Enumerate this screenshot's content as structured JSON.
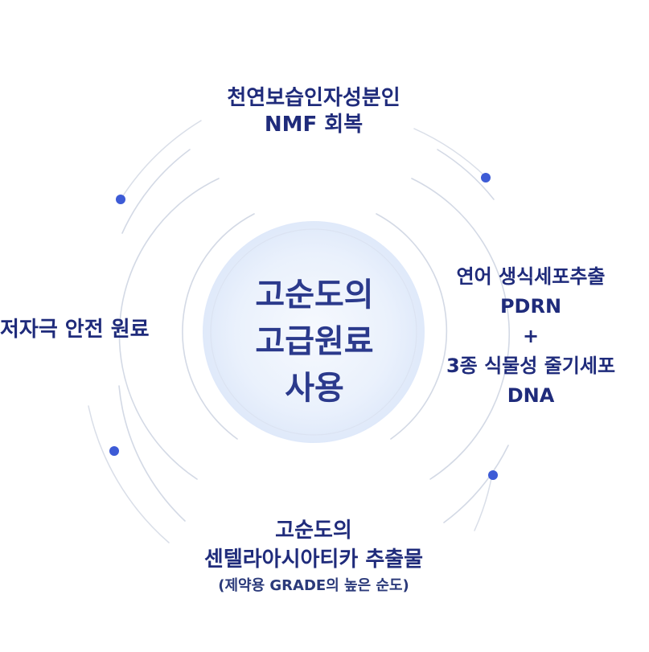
{
  "diagram": {
    "center": {
      "lines": [
        "고순도의",
        "고급원료",
        "사용"
      ]
    },
    "top": {
      "lines": [
        "천연보습인자성분인",
        "NMF 회복"
      ]
    },
    "left": {
      "lines": [
        "저자극 안전 원료"
      ]
    },
    "right": {
      "lines": [
        "연어 생식세포추출",
        "PDRN",
        "+",
        "3종 식물성 줄기세포",
        "DNA"
      ]
    },
    "bottom": {
      "lines": [
        "고순도의",
        "센텔라아시아티카 추출물"
      ],
      "note": "(제약용 GRADE의 높은 순도)"
    },
    "colors": {
      "text": "#1f2b7b",
      "center_text": "#2b3a8c",
      "dot": "#3d5bd6",
      "ring": "#cfd6e4",
      "glow": "#e3ecfb"
    }
  }
}
